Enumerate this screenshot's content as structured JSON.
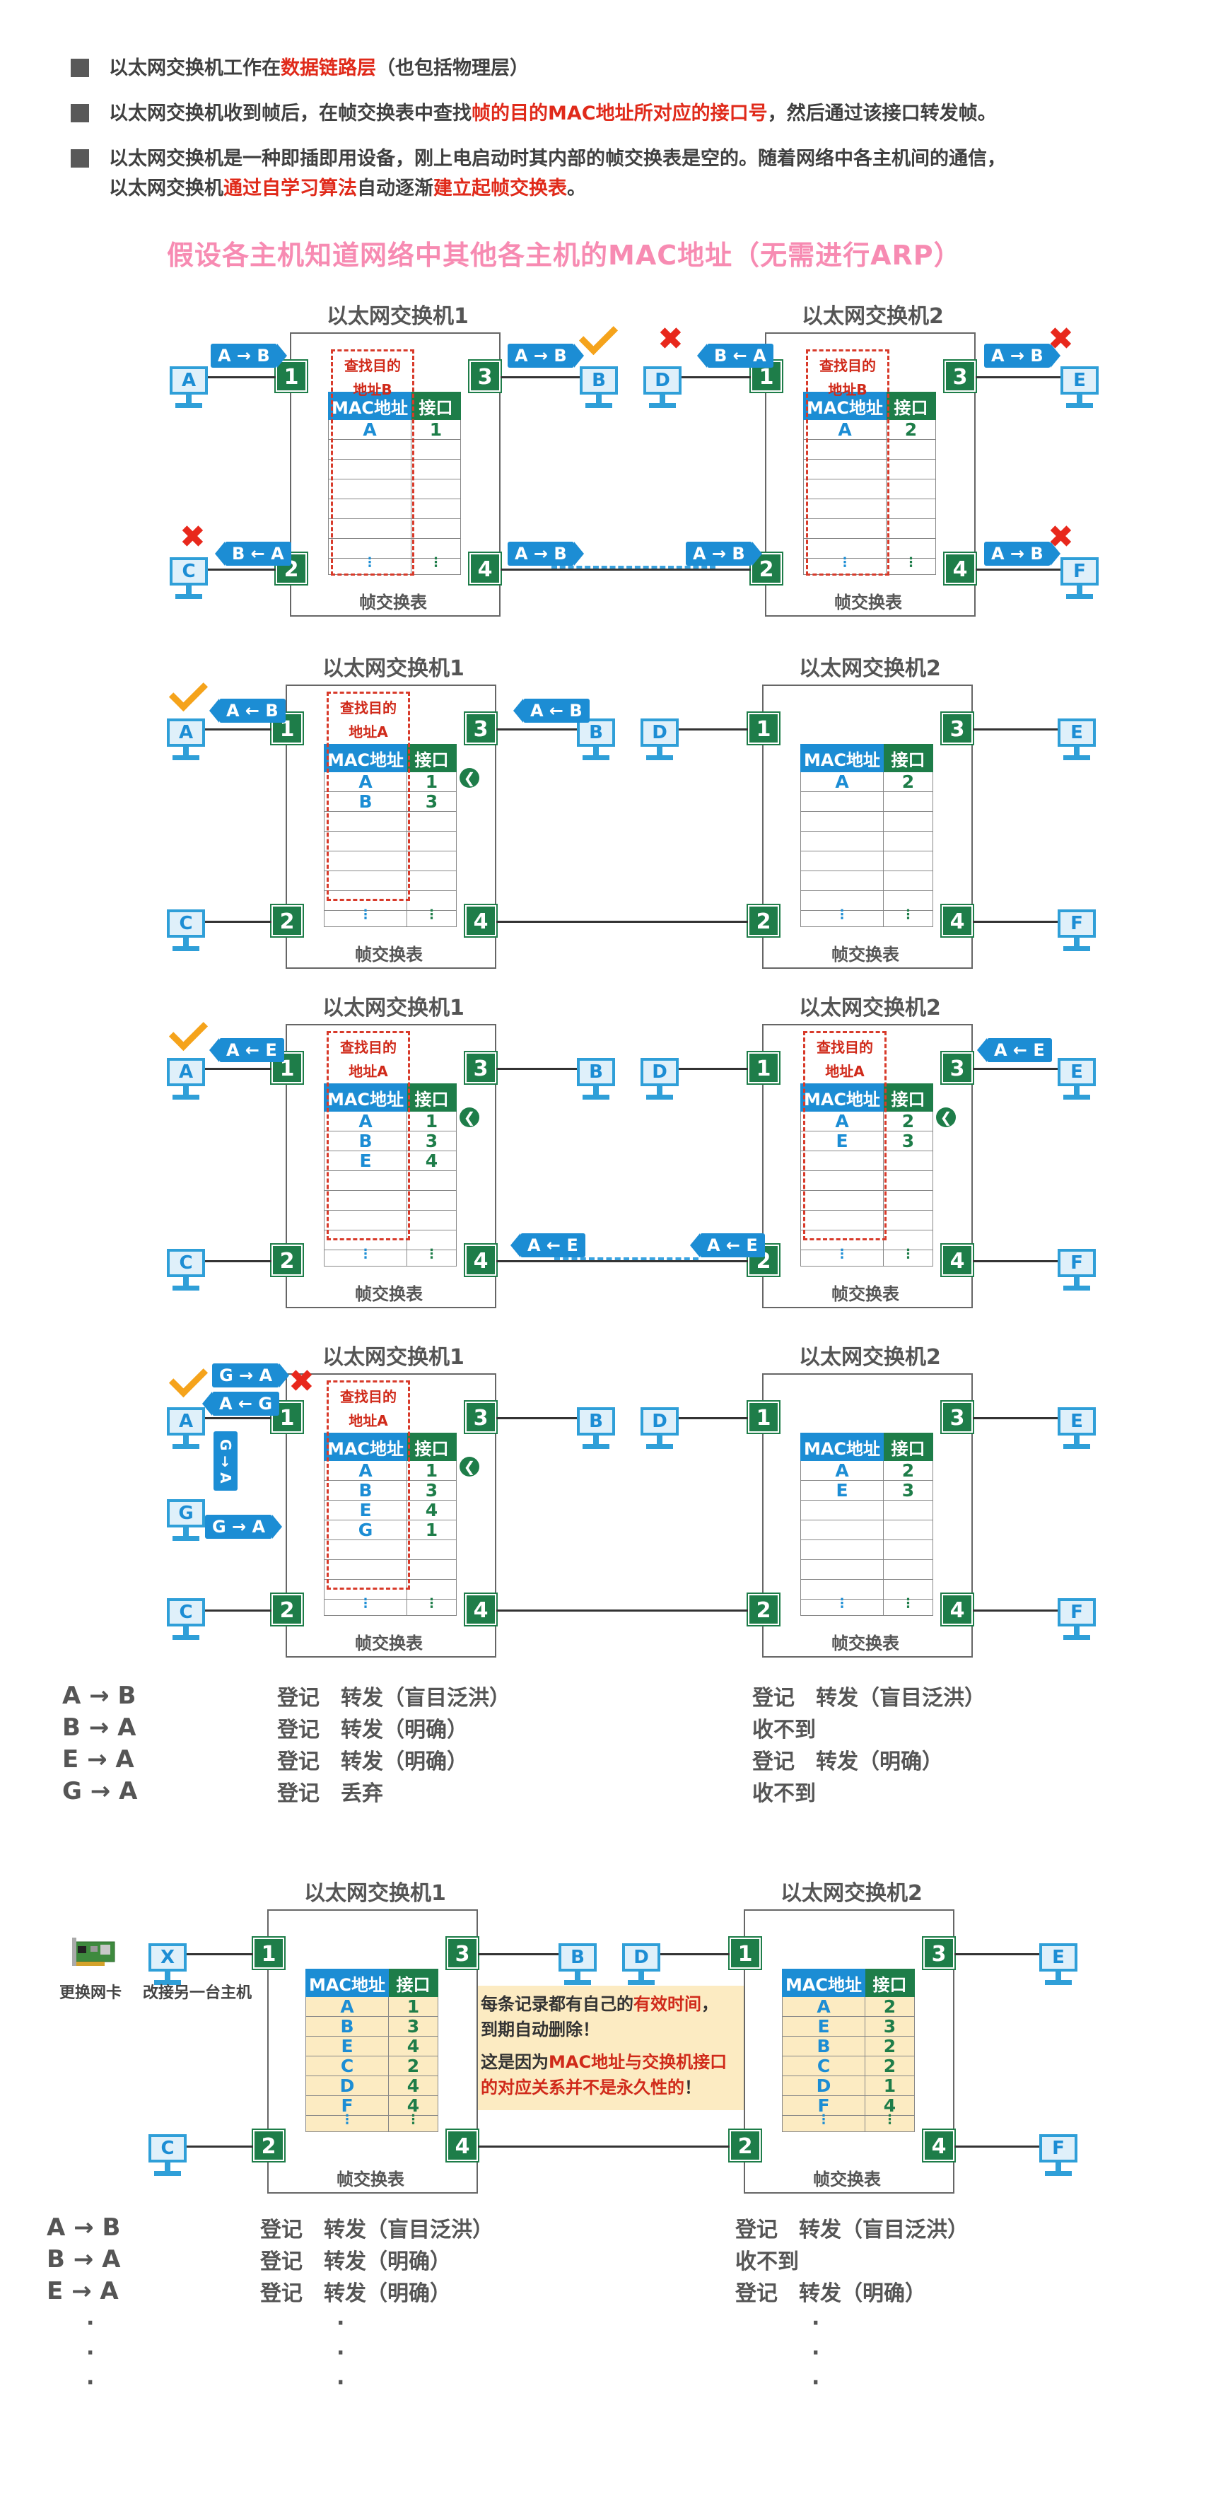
{
  "bullets": [
    {
      "pre": "以太网交换机工作在",
      "hl": "数据链路层",
      "post": "（也包括物理层）"
    },
    {
      "pre": "以太网交换机收到帧后，在帧交换表中查找",
      "hl": "帧的目的MAC地址所对应的接口号",
      "post": "，然后通过该接口转发帧。"
    },
    {
      "pre": "以太网交换机是一种即插即用设备，刚上电启动时其内部的帧交换表是空的。随着网络中各主机间的通信，",
      "line2_pre": "以太网交换机",
      "hl": "通过自学习算法",
      "mid": "自动逐渐",
      "hl2": "建立起帧交换表",
      "post": "。"
    }
  ],
  "subtitle": "假设各主机知道网络中其他各主机的MAC地址（无需进行ARP）",
  "sw1": "以太网交换机1",
  "sw2": "以太网交换机2",
  "th_mac": "MAC地址",
  "th_port": "接口",
  "table_caption": "帧交换表",
  "lookup_b": [
    "查找目的",
    "地址B"
  ],
  "lookup_a": [
    "查找目的",
    "地址A"
  ],
  "ports": [
    "1",
    "2",
    "3",
    "4"
  ],
  "hosts": {
    "A": "A",
    "B": "B",
    "C": "C",
    "D": "D",
    "E": "E",
    "F": "F",
    "G": "G",
    "X": "X"
  },
  "dots": "⋮",
  "frames": {
    "ab": "A → B",
    "ba": "B ← A",
    "ab_left": "A ← B",
    "ae": "A ← E",
    "ga": "G → A",
    "ag": "A ← G",
    "ga_v": "G → A"
  },
  "tables": {
    "s1_1": [
      [
        "A",
        "1"
      ]
    ],
    "s2_1": [
      [
        "A",
        "2"
      ]
    ],
    "s1_2": [
      [
        "A",
        "1"
      ],
      [
        "B",
        "3"
      ]
    ],
    "s2_2": [
      [
        "A",
        "2"
      ]
    ],
    "s1_3": [
      [
        "A",
        "1"
      ],
      [
        "B",
        "3"
      ],
      [
        "E",
        "4"
      ]
    ],
    "s2_3": [
      [
        "A",
        "2"
      ],
      [
        "E",
        "3"
      ]
    ],
    "s1_4": [
      [
        "A",
        "1"
      ],
      [
        "B",
        "3"
      ],
      [
        "E",
        "4"
      ],
      [
        "G",
        "1"
      ]
    ],
    "s2_4": [
      [
        "A",
        "2"
      ],
      [
        "E",
        "3"
      ]
    ],
    "s1_5": [
      [
        "A",
        "1"
      ],
      [
        "B",
        "3"
      ],
      [
        "E",
        "4"
      ],
      [
        "C",
        "2"
      ],
      [
        "D",
        "4"
      ],
      [
        "F",
        "4"
      ]
    ],
    "s2_5": [
      [
        "A",
        "2"
      ],
      [
        "E",
        "3"
      ],
      [
        "B",
        "2"
      ],
      [
        "C",
        "2"
      ],
      [
        "D",
        "1"
      ],
      [
        "F",
        "4"
      ]
    ]
  },
  "summary1": {
    "labels": [
      "A → B",
      "B → A",
      "E → A",
      "G → A"
    ],
    "s1": [
      "登记　转发（盲目泛洪）",
      "登记　转发（明确）",
      "登记　转发（明确）",
      "登记　丢弃"
    ],
    "s2": [
      "登记　转发（盲目泛洪）",
      "收不到",
      "登记　转发（明确）",
      "收不到"
    ]
  },
  "summary2": {
    "labels": [
      "A → B",
      "B → A",
      "E → A"
    ],
    "s1": [
      "登记　转发（盲目泛洪）",
      "登记　转发（明确）",
      "登记　转发（明确）"
    ],
    "s2": [
      "登记　转发（盲目泛洪）",
      "收不到",
      "登记　转发（明确）"
    ],
    "ellipsis": "·"
  },
  "nic_label": "更换网卡",
  "other_host": "改接另一台主机",
  "note": {
    "l1_pre": "每条记录都有自己的",
    "l1_hl": "有效时间",
    "l1_post": "，",
    "l2": "到期自动删除！",
    "l3_pre": "这是因为",
    "l3_hl": "MAC地址与交换机接口",
    "l4_hl": "的对应关系并不是永久性的",
    "l4_post": "！"
  }
}
